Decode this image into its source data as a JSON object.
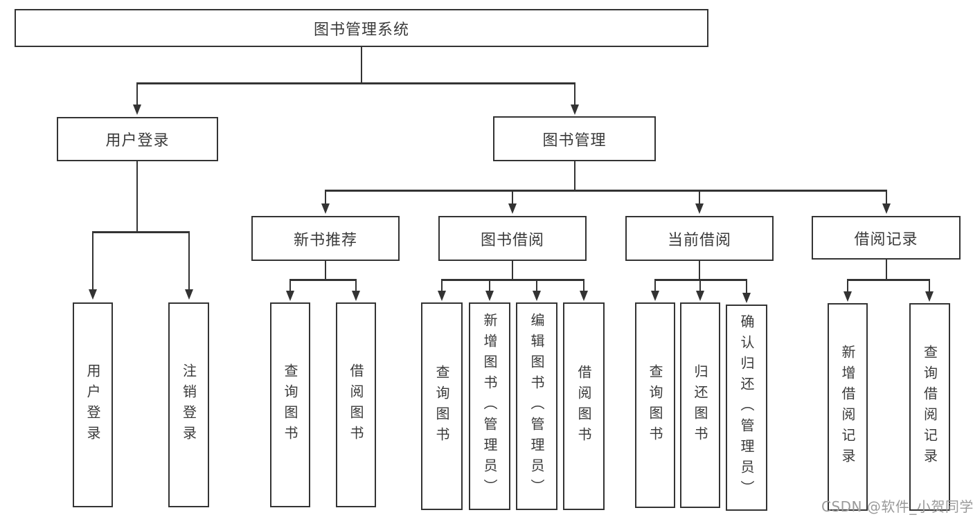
{
  "tree": {
    "root": "图书管理系统",
    "user_login": {
      "label": "用户登录",
      "children": [
        "用户登录",
        "注销登录"
      ]
    },
    "book_management": {
      "label": "图书管理",
      "branches": [
        {
          "label": "新书推荐",
          "children": [
            "查询图书",
            "借阅图书"
          ]
        },
        {
          "label": "图书借阅",
          "children": [
            "查询图书",
            "新增图书（管理员）",
            "编辑图书（管理员）",
            "借阅图书"
          ]
        },
        {
          "label": "当前借阅",
          "children": [
            "查询图书",
            "归还图书",
            "确认归还（管理员）"
          ]
        },
        {
          "label": "借阅记录",
          "children": [
            "新增借阅记录",
            "查询借阅记录"
          ]
        }
      ]
    }
  },
  "watermark": "CSDN @软件_小贺同学",
  "colors": {
    "line": "#333333",
    "text": "#3a3a3a",
    "watermark": "#9a9a9a",
    "background": "#ffffff"
  }
}
